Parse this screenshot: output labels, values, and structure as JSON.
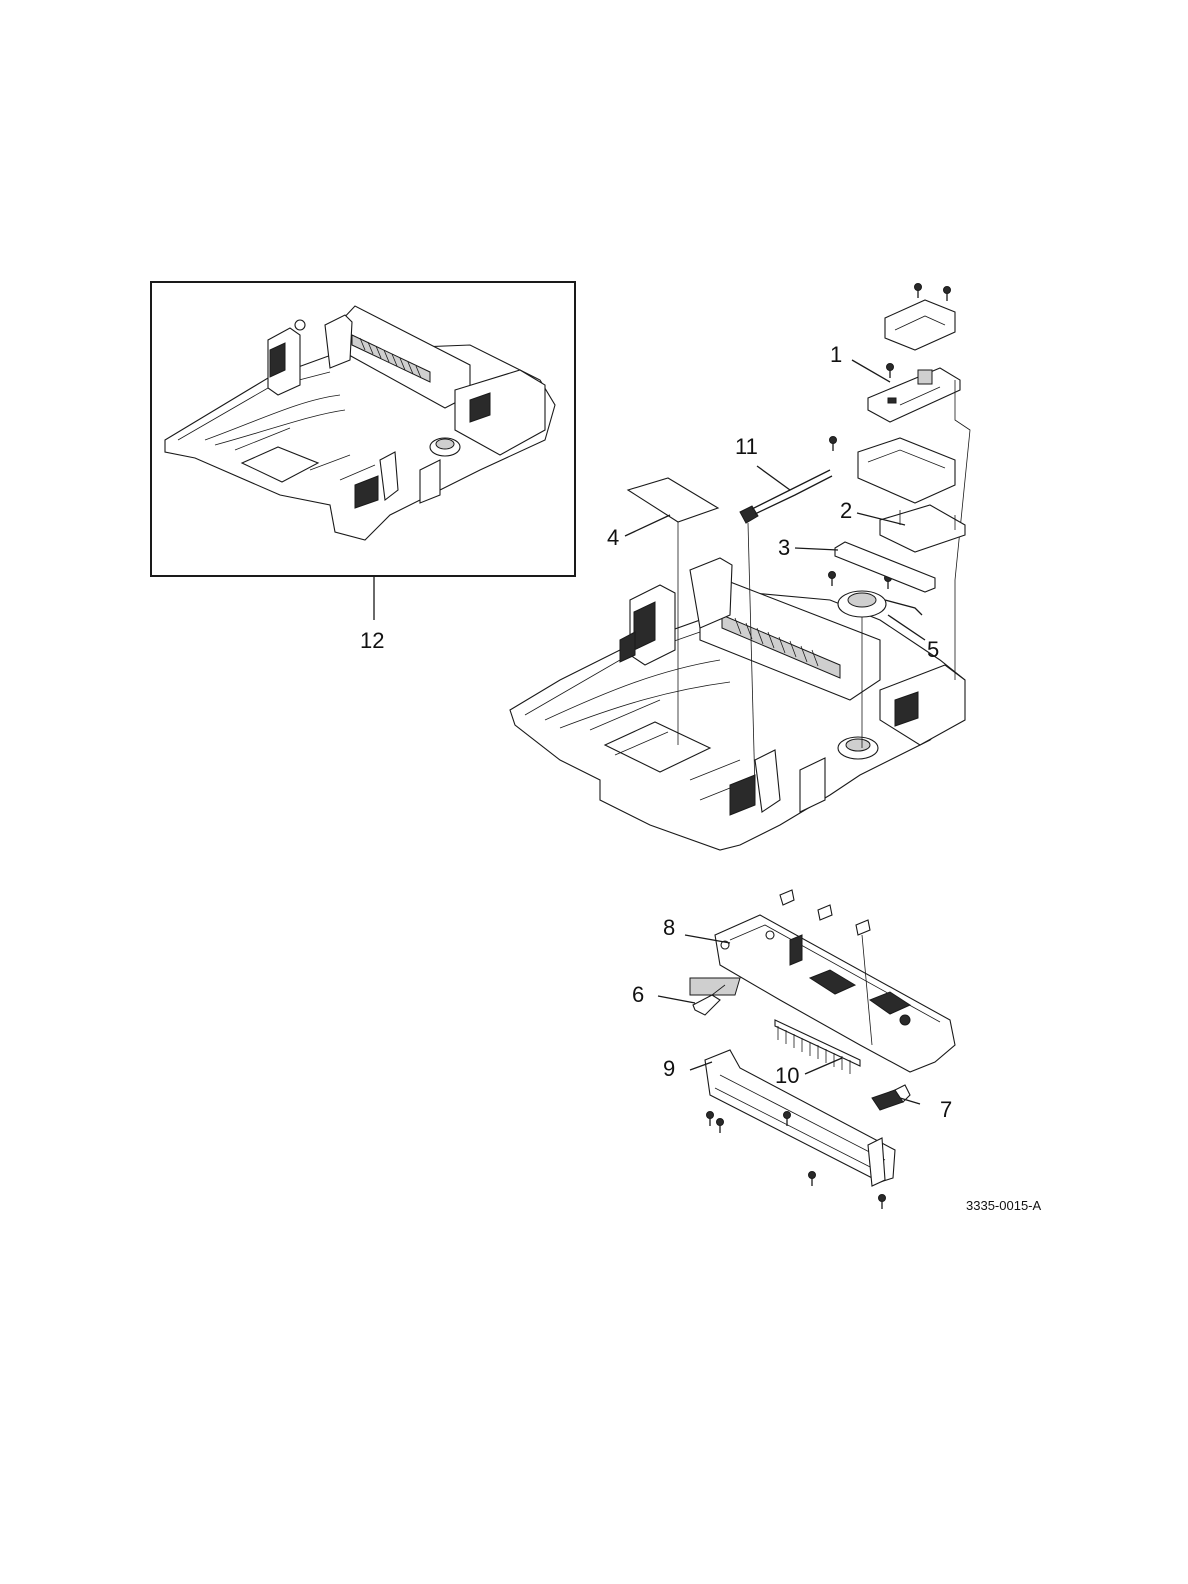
{
  "diagram": {
    "drawing_id": "3335-0015-A",
    "callouts": [
      {
        "id": "c1",
        "label": "1"
      },
      {
        "id": "c2",
        "label": "2"
      },
      {
        "id": "c3",
        "label": "3"
      },
      {
        "id": "c4",
        "label": "4"
      },
      {
        "id": "c5",
        "label": "5"
      },
      {
        "id": "c6",
        "label": "6"
      },
      {
        "id": "c7",
        "label": "7"
      },
      {
        "id": "c8",
        "label": "8"
      },
      {
        "id": "c9",
        "label": "9"
      },
      {
        "id": "c10",
        "label": "10"
      },
      {
        "id": "c11",
        "label": "11"
      },
      {
        "id": "c12",
        "label": "12"
      }
    ]
  }
}
